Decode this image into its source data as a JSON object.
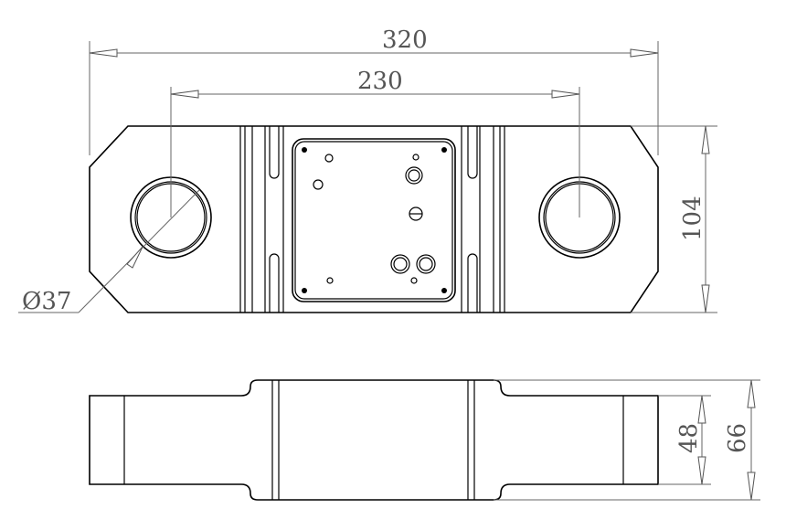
{
  "drawing": {
    "overall_length": "320",
    "hole_spacing": "230",
    "height_top_view": "104",
    "hole_diameter": "Ø37",
    "side_height_inner": "48",
    "side_height_outer": "66"
  },
  "colors": {
    "line": "#000000",
    "dimension": "#666666",
    "background": "#ffffff"
  }
}
